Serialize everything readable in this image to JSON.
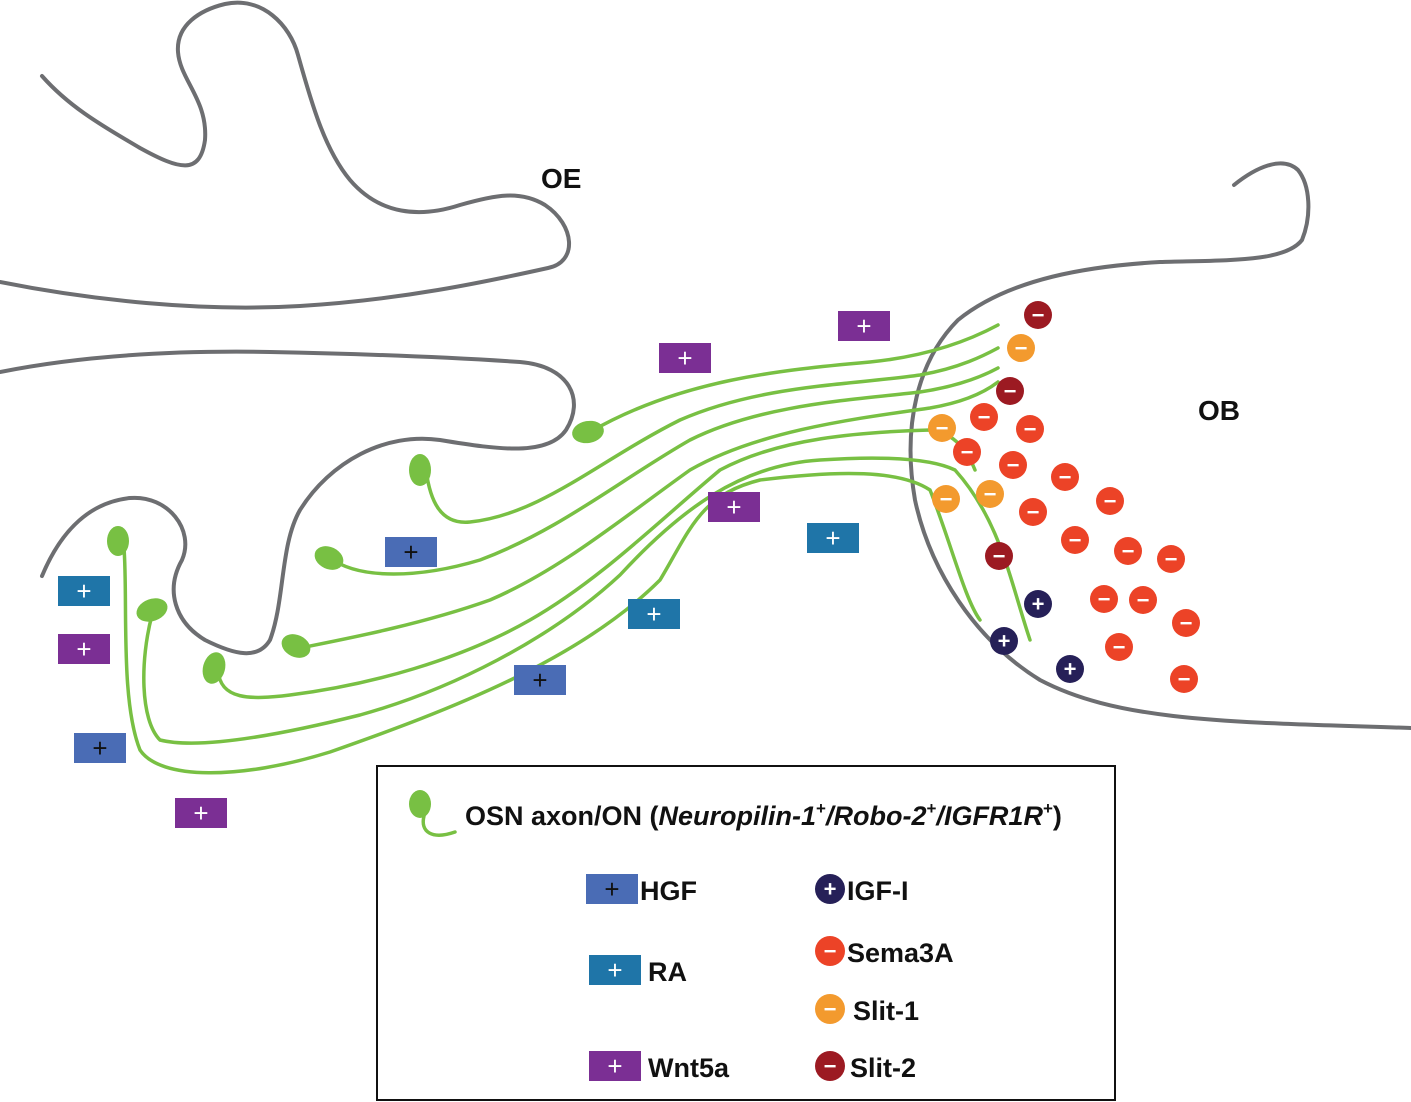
{
  "labels": {
    "oe": "OE",
    "ob": "OB"
  },
  "colors": {
    "tissue_outline": "#6d6e71",
    "axon": "#78c043",
    "HGF": "#4a6cb5",
    "RA": "#1f75a8",
    "Wnt5a": "#7b2f94",
    "IGF-I": "#262058",
    "Sema3A": "#ec4327",
    "Slit-1": "#f39a2e",
    "Slit-2": "#9c1a22"
  },
  "glyphs": {
    "plus": "+",
    "minus": "−"
  },
  "cue_legend": [
    {
      "key": "HGF",
      "label": "HGF",
      "shape": "square",
      "sign": "+"
    },
    {
      "key": "RA",
      "label": "RA",
      "shape": "square",
      "sign": "+"
    },
    {
      "key": "Wnt5a",
      "label": "Wnt5a",
      "shape": "square",
      "sign": "+"
    },
    {
      "key": "IGF-I",
      "label": "IGF-I",
      "shape": "circle",
      "sign": "+"
    },
    {
      "key": "Sema3A",
      "label": "Sema3A",
      "shape": "circle",
      "sign": "−"
    },
    {
      "key": "Slit-1",
      "label": "Slit-1",
      "shape": "circle",
      "sign": "−"
    },
    {
      "key": "Slit-2",
      "label": "Slit-2",
      "shape": "circle",
      "sign": "−"
    }
  ],
  "axon_legend": {
    "prefix": "OSN axon/ON (",
    "gene1": "Neuropilin-1",
    "sup1": "+",
    "sep1": "/",
    "gene2": "Robo-2",
    "sup2": "+",
    "sep2": "/",
    "gene3": "IGFR1R",
    "sup3": "+",
    "suffix": ")"
  }
}
